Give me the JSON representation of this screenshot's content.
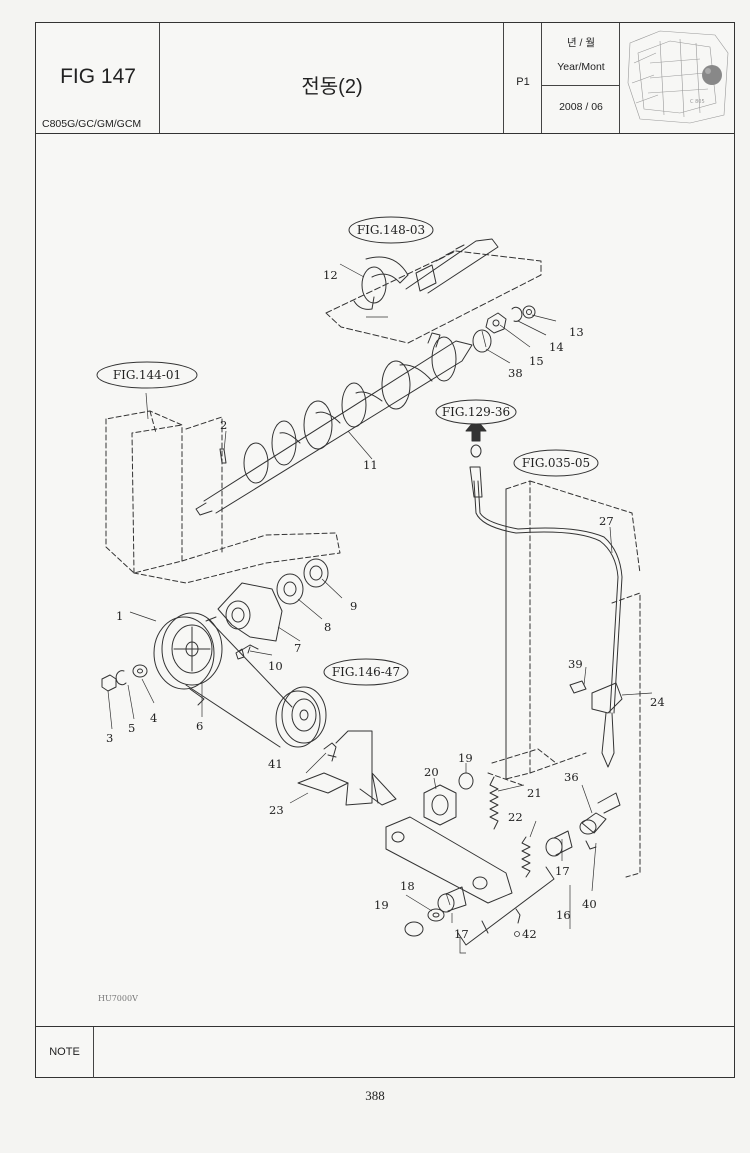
{
  "header": {
    "fig_number": "FIG 147",
    "models": "C805G/GC/GM/GCM",
    "title": "전동(2)",
    "page_id": "P1",
    "date_label_korean": "년 / 월",
    "date_label_english": "Year/Mont",
    "date_value": "2008 / 06"
  },
  "callouts": {
    "fig_148_03": "FIG.148-03",
    "fig_144_01": "FIG.144-01",
    "fig_129_36": "FIG.129-36",
    "fig_035_05": "FIG.035-05",
    "fig_146_47": "FIG.146-47"
  },
  "parts": {
    "p1": "1",
    "p2": "2",
    "p3": "3",
    "p4": "4",
    "p5": "5",
    "p6": "6",
    "p7": "7",
    "p8": "8",
    "p9": "9",
    "p10": "10",
    "p11": "11",
    "p12": "12",
    "p13": "13",
    "p14": "14",
    "p15": "15",
    "p16": "16",
    "p17a": "17",
    "p17b": "17",
    "p18": "18",
    "p19a": "19",
    "p19b": "19",
    "p20": "20",
    "p21": "21",
    "p22": "22",
    "p23": "23",
    "p24": "24",
    "p27": "27",
    "p36": "36",
    "p38": "38",
    "p39": "39",
    "p40": "40",
    "p41": "41",
    "p42": "42"
  },
  "drawing_code": "HU7000V",
  "note": {
    "label": "NOTE",
    "text": ""
  },
  "page_number": "388",
  "colors": {
    "line": "#333333",
    "paper": "#f7f7f5"
  }
}
